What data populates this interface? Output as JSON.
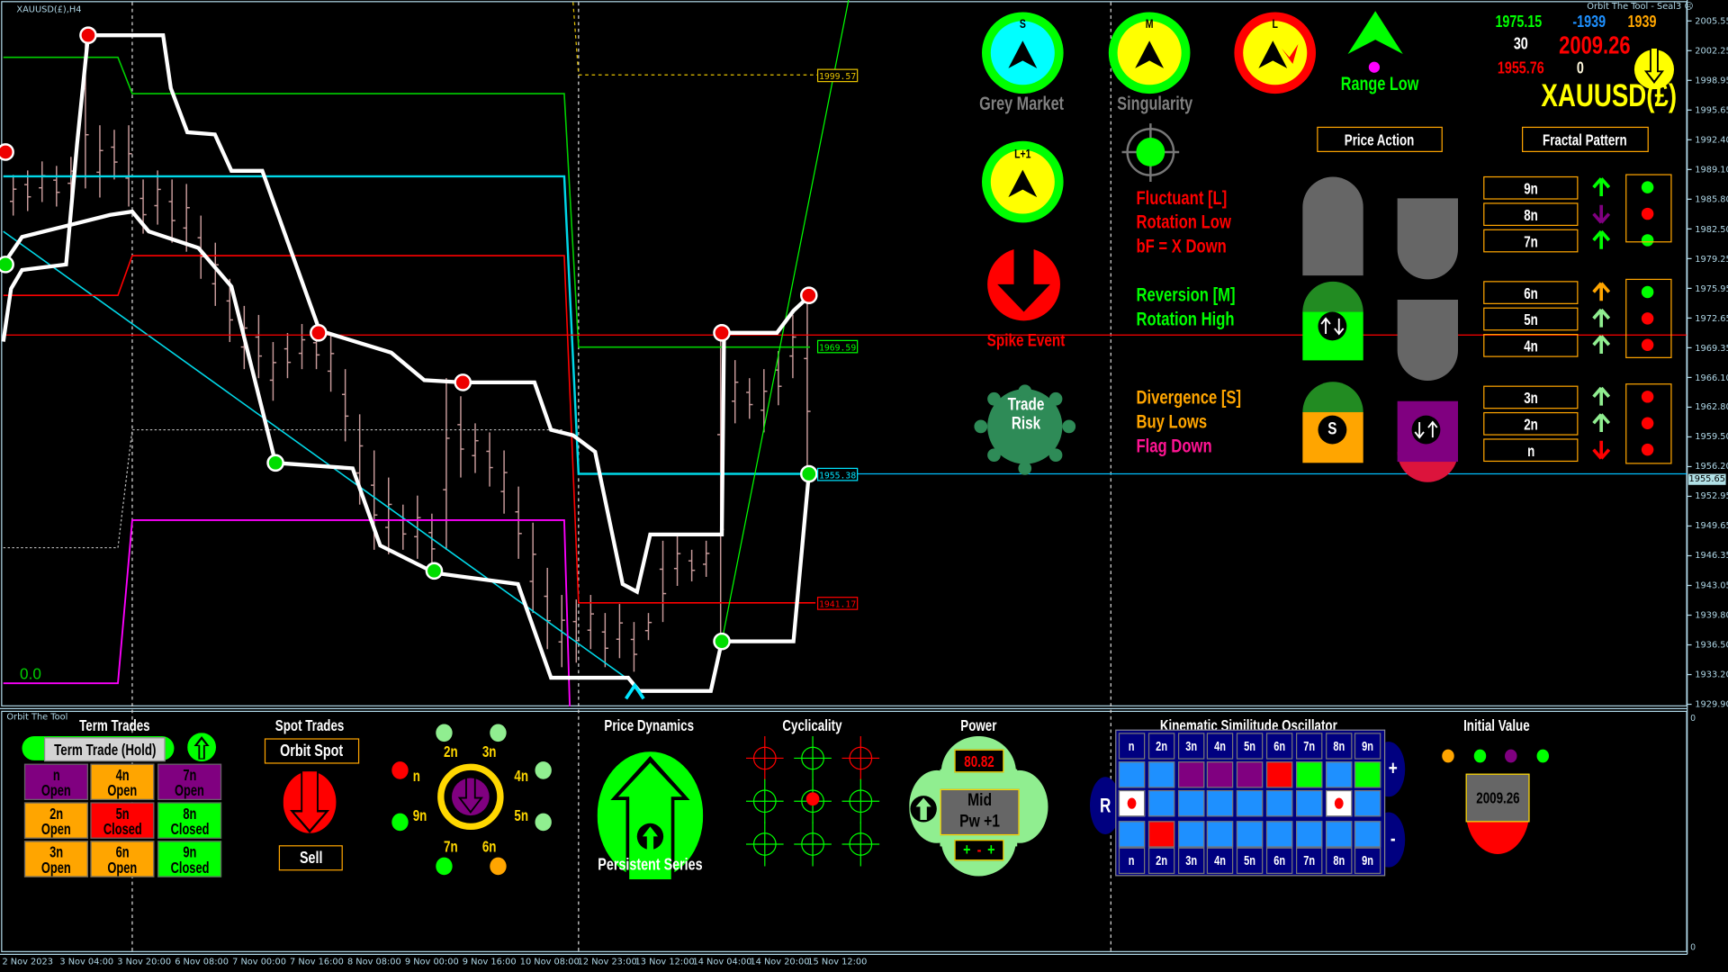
{
  "window": {
    "symbol_label": "XAUUSD(£),H4",
    "indicator_title": "Orbit The Tool - Seal3",
    "subwindow_label": "Orbit The Tool",
    "zero_label": "0.0"
  },
  "price_axis": {
    "labels": [
      "2005.55",
      "2002.25",
      "1998.95",
      "1995.65",
      "1992.40",
      "1989.10",
      "1985.80",
      "1982.50",
      "1979.25",
      "1975.95",
      "1972.65",
      "1969.35",
      "1966.10",
      "1962.80",
      "1959.50",
      "1956.20",
      "1952.95",
      "1949.65",
      "1946.35",
      "1943.05",
      "1939.80",
      "1936.50",
      "1933.20",
      "1929.90"
    ],
    "current_price": "1955.65",
    "sub_top": "0",
    "sub_bottom": "0"
  },
  "time_axis": [
    "2 Nov 2023",
    "3 Nov 04:00",
    "3 Nov 20:00",
    "6 Nov 08:00",
    "7 Nov 00:00",
    "7 Nov 16:00",
    "8 Nov 08:00",
    "9 Nov 00:00",
    "9 Nov 16:00",
    "10 Nov 08:00",
    "12 Nov 23:00",
    "13 Nov 12:00",
    "14 Nov 04:00",
    "14 Nov 20:00",
    "15 Nov 12:00"
  ],
  "levels": {
    "yellow": "1999.57",
    "green": "1969.59",
    "cyan": "1955.38",
    "red": "1941.17"
  },
  "stats": {
    "green_value": "1975.15",
    "blue_value": "-1939",
    "orange_value": "1939",
    "white_count": "30",
    "big_price": "2009.26",
    "red_value": "1955.76",
    "white_zero": "0",
    "symbol": "XAUUSD(£)"
  },
  "indicators": {
    "grey_market": {
      "letter": "S",
      "label": "Grey Market"
    },
    "singularity": {
      "letter": "M",
      "label": "Singularity"
    },
    "l_circle": {
      "letter": "L"
    },
    "l_plus": {
      "letter": "L+1"
    },
    "range_low": "Range Low",
    "spike_event": "Spike Event",
    "trade_risk": [
      "Trade",
      "Risk"
    ],
    "fluctuant": [
      "Fluctuant [L]",
      "Rotation Low",
      "bF = X Down"
    ],
    "reversion": [
      "Reversion [M]",
      "Rotation High"
    ],
    "divergence": [
      "Divergence [S]",
      "Buy Lows",
      "Flag Down"
    ]
  },
  "price_action": {
    "title": "Price Action",
    "badge_s": "S"
  },
  "fractal": {
    "title": "Fractal Pattern",
    "rows": [
      {
        "label": "9n",
        "arrow": "up",
        "arrow_color": "#00ff00",
        "dot": "#00ff00"
      },
      {
        "label": "8n",
        "arrow": "down",
        "arrow_color": "#800080",
        "dot": "#ff0000"
      },
      {
        "label": "7n",
        "arrow": "up",
        "arrow_color": "#00ff00",
        "dot": "#00ff00"
      },
      {
        "label": "6n",
        "arrow": "up",
        "arrow_color": "#ffa500",
        "dot": "#00ff00"
      },
      {
        "label": "5n",
        "arrow": "up",
        "arrow_color": "#90ee90",
        "dot": "#ff0000"
      },
      {
        "label": "4n",
        "arrow": "up",
        "arrow_color": "#90ee90",
        "dot": "#ff0000"
      },
      {
        "label": "3n",
        "arrow": "up",
        "arrow_color": "#90ee90",
        "dot": "#ff0000"
      },
      {
        "label": "2n",
        "arrow": "up",
        "arrow_color": "#90ee90",
        "dot": "#ff0000"
      },
      {
        "label": "n",
        "arrow": "down",
        "arrow_color": "#ff0000",
        "dot": "#ff0000"
      }
    ]
  },
  "term_trades": {
    "title": "Term Trades",
    "hold_button": "Term Trade (Hold)",
    "cells": [
      {
        "n": "n",
        "status": "Open",
        "color": "#800080"
      },
      {
        "n": "4n",
        "status": "Open",
        "color": "#ffa500"
      },
      {
        "n": "7n",
        "status": "Open",
        "color": "#800080"
      },
      {
        "n": "2n",
        "status": "Open",
        "color": "#ffa500"
      },
      {
        "n": "5n",
        "status": "Closed",
        "color": "#ff0000"
      },
      {
        "n": "8n",
        "status": "Closed",
        "color": "#00ff00"
      },
      {
        "n": "3n",
        "status": "Open",
        "color": "#ffa500"
      },
      {
        "n": "6n",
        "status": "Open",
        "color": "#ffa500"
      },
      {
        "n": "9n",
        "status": "Closed",
        "color": "#00ff00"
      }
    ]
  },
  "spot_trades": {
    "title": "Spot Trades",
    "orbit_spot": "Orbit Spot",
    "sell": "Sell"
  },
  "orbit": {
    "nodes": [
      {
        "label": "2n",
        "color": "#90ee90"
      },
      {
        "label": "3n",
        "color": "#90ee90"
      },
      {
        "label": "n",
        "color": "#ff0000"
      },
      {
        "label": "4n",
        "color": "#90ee90"
      },
      {
        "label": "9n",
        "color": "#00ff00"
      },
      {
        "label": "5n",
        "color": "#90ee90"
      },
      {
        "label": "7n",
        "color": "#00ff00"
      },
      {
        "label": "6n",
        "color": "#ffa500"
      }
    ]
  },
  "price_dynamics": {
    "title": "Price Dynamics",
    "label": "Persistent Series"
  },
  "cyclicality": {
    "title": "Cyclicality",
    "colors": [
      "#ff0000",
      "#00ff00",
      "#ff0000",
      "#00ff00",
      "#00ff00",
      "#00ff00",
      "#00ff00",
      "#00ff00",
      "#00ff00"
    ],
    "active_index": 4
  },
  "power": {
    "title": "Power",
    "value": "80.82",
    "state": [
      "Mid",
      "Pw +1"
    ],
    "signs": [
      "+",
      "-",
      "+"
    ]
  },
  "kso": {
    "title": "Kinematic Similitude Oscillator",
    "headers": [
      "n",
      "2n",
      "3n",
      "4n",
      "5n",
      "6n",
      "7n",
      "8n",
      "9n"
    ],
    "rows": [
      [
        "#1e90ff",
        "#1e90ff",
        "#800080",
        "#800080",
        "#800080",
        "#ff0000",
        "#00ff00",
        "#1e90ff",
        "#00ff00"
      ],
      [
        "dot",
        "#1e90ff",
        "#1e90ff",
        "#1e90ff",
        "#1e90ff",
        "#1e90ff",
        "#1e90ff",
        "dot",
        "#1e90ff"
      ],
      [
        "#1e90ff",
        "#ff0000",
        "#1e90ff",
        "#1e90ff",
        "#1e90ff",
        "#1e90ff",
        "#1e90ff",
        "#1e90ff",
        "#1e90ff"
      ]
    ],
    "left_button": "R",
    "plus_button": "+",
    "minus_button": "-"
  },
  "initial_value": {
    "title": "Initial Value",
    "dots": [
      "#ffa500",
      "#00ff00",
      "#800080",
      "#00ff00"
    ],
    "value": "2009.26"
  },
  "chart_data": {
    "type": "ohlc",
    "symbol": "XAUUSD(£)",
    "timeframe": "H4",
    "ylim": [
      1929.9,
      2005.55
    ],
    "bars_high_low": [
      [
        1988.5,
        1984.0
      ],
      [
        1989.0,
        1984.5
      ],
      [
        1990.0,
        1985.5
      ],
      [
        1989.5,
        1985.0
      ],
      [
        1990.5,
        1986.0
      ],
      [
        2004.0,
        1987.0
      ],
      [
        1994.0,
        1986.0
      ],
      [
        1993.5,
        1988.0
      ],
      [
        1994.0,
        1985.0
      ],
      [
        1988.0,
        1982.0
      ],
      [
        1989.0,
        1983.0
      ],
      [
        1988.0,
        1981.0
      ],
      [
        1987.5,
        1980.0
      ],
      [
        1984.0,
        1977.0
      ],
      [
        1981.0,
        1974.0
      ],
      [
        1977.0,
        1970.0
      ],
      [
        1974.0,
        1967.0
      ],
      [
        1973.0,
        1966.0
      ],
      [
        1970.0,
        1963.5
      ],
      [
        1971.0,
        1966.0
      ],
      [
        1972.0,
        1967.0
      ],
      [
        1971.5,
        1967.0
      ],
      [
        1971.0,
        1964.5
      ],
      [
        1967.0,
        1959.0
      ],
      [
        1962.0,
        1952.0
      ],
      [
        1958.0,
        1947.0
      ],
      [
        1955.0,
        1946.5
      ],
      [
        1952.0,
        1947.0
      ],
      [
        1953.0,
        1946.0
      ],
      [
        1951.0,
        1945.0
      ],
      [
        1966.0,
        1947.0
      ],
      [
        1964.0,
        1955.0
      ],
      [
        1961.0,
        1955.5
      ],
      [
        1960.0,
        1954.0
      ],
      [
        1958.0,
        1951.0
      ],
      [
        1954.0,
        1946.0
      ],
      [
        1950.0,
        1940.0
      ],
      [
        1945.0,
        1936.0
      ],
      [
        1942.0,
        1934.0
      ],
      [
        1941.5,
        1934.5
      ],
      [
        1942.0,
        1936.0
      ],
      [
        1940.0,
        1934.0
      ],
      [
        1941.0,
        1935.0
      ],
      [
        1939.0,
        1933.5
      ],
      [
        1940.0,
        1937.0
      ],
      [
        1948.0,
        1939.0
      ],
      [
        1948.5,
        1943.0
      ],
      [
        1947.0,
        1943.5
      ],
      [
        1948.0,
        1944.0
      ],
      [
        1972.0,
        1937.0
      ],
      [
        1968.0,
        1961.0
      ],
      [
        1966.0,
        1961.5
      ],
      [
        1967.0,
        1960.0
      ],
      [
        1969.0,
        1963.0
      ],
      [
        1973.0,
        1966.0
      ],
      [
        1975.0,
        1955.5
      ]
    ]
  }
}
